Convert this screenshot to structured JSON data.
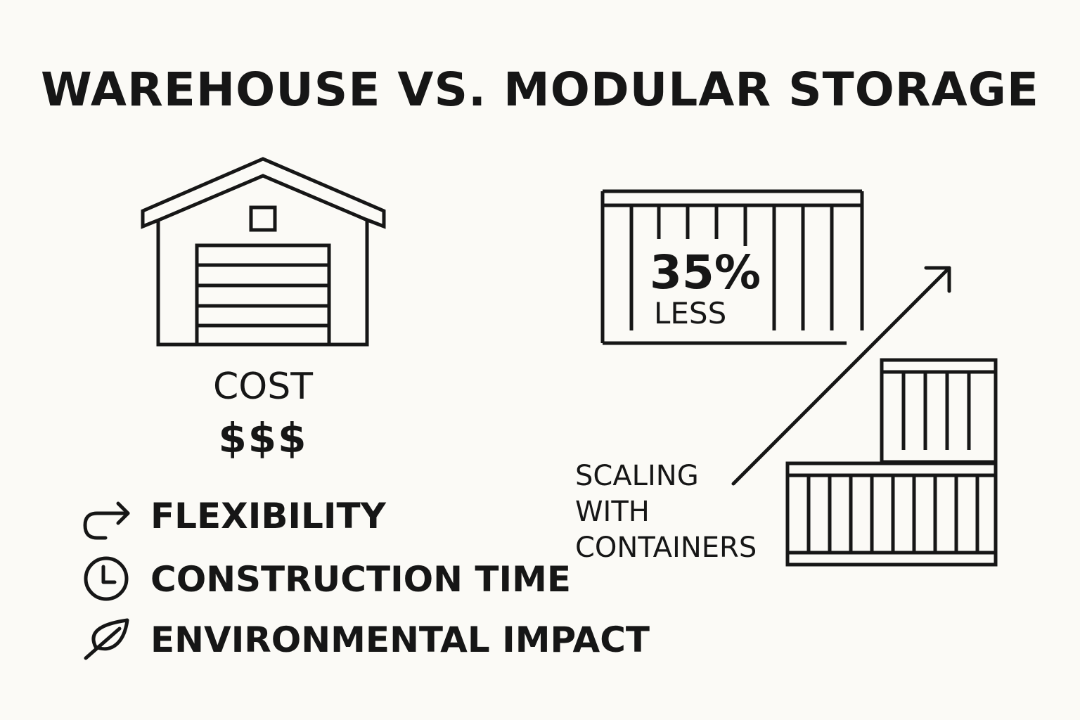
{
  "title": "WAREHOUSE VS. MODULAR STORAGE",
  "warehouse": {
    "cost_label": "COST",
    "cost_value": "$$$"
  },
  "features": [
    {
      "icon": "redirect-arrow-icon",
      "label": "FLEXIBILITY"
    },
    {
      "icon": "clock-icon",
      "label": "CONSTRUCTION TIME"
    },
    {
      "icon": "leaf-icon",
      "label": "ENVIRONMENTAL IMPACT"
    }
  ],
  "container": {
    "percent": "35%",
    "less_label": "LESS"
  },
  "scaling": {
    "lines": [
      "SCALING",
      "WITH",
      "CONTAINERS"
    ]
  },
  "colors": {
    "background": "#fbfaf6",
    "ink": "#161616"
  }
}
